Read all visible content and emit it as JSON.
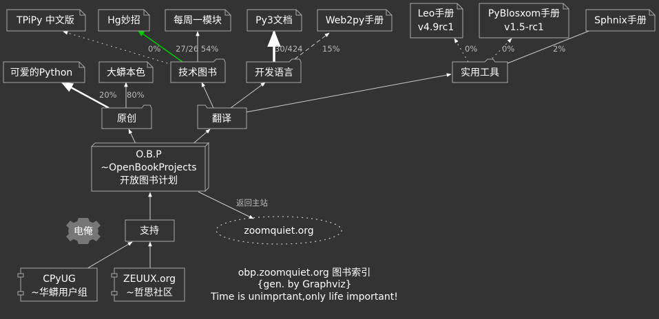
{
  "diagram": {
    "nodes": {
      "tpipy": "TPiPy 中文版",
      "hg": "Hg妙招",
      "module": "每周一模块",
      "py3doc": "Py3文档",
      "web2py": "Web2py手册",
      "leo": [
        "Leo手册",
        "v4.9rc1"
      ],
      "pyblosxom": [
        "PyBlosxom手册",
        "v1.5-rc1"
      ],
      "sphnix": "Sphnix手册",
      "cute_python": "可爱的Python",
      "big_python": "大蟒本色",
      "tech_books": "技术图书",
      "dev_lang": "开发语言",
      "tools": "实用工具",
      "original": "原创",
      "translate": "翻译",
      "obp": [
        "O.B.P",
        "~OpenBookProjects",
        "开放图书计划"
      ],
      "dianyan": "电俺",
      "support": "支持",
      "zoomquiet": "zoomquiet.org",
      "cpyug": [
        "CPyUG",
        "~华蟒用户组"
      ],
      "zeuux": [
        "ZEUUX.org",
        "~哲思社区"
      ]
    },
    "edge_labels": {
      "hg": "0%",
      "module": "27/26 54%",
      "py3doc": "30/424",
      "web2py": "15%",
      "leo": "0%",
      "pyblosxom": "0%",
      "sphnix": "2%",
      "cute_python": "20%",
      "big_python": "80%",
      "home": "返回主站"
    },
    "caption": [
      "obp.zoomquiet.org 图书索引",
      "{gen. by Graphviz}",
      "Time is unimprtant,only life important!"
    ]
  },
  "colors": {
    "background": "#333333",
    "node_border": "#aaaaaa",
    "text": "#ffffff",
    "edge": "#cccccc",
    "edge_label": "#bbbbbb",
    "green_edge": "#00cc00",
    "gear": "#777777"
  },
  "icons": {
    "note": "note-shape-icon",
    "folder": "folder-tab-icon",
    "component": "component-shape-icon",
    "gear": "gear-icon"
  }
}
